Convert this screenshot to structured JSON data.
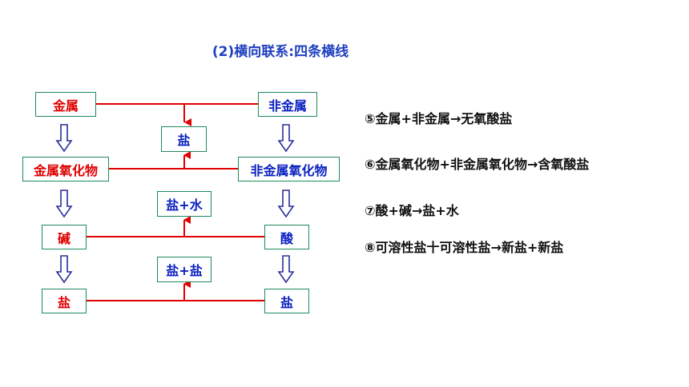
{
  "title": "(2)横向联系:四条横线",
  "left_column": [
    "金属",
    "金属氧化物",
    "碱",
    "盐"
  ],
  "right_column": [
    "非金属",
    "非金属氧化物",
    "酸",
    "盐"
  ],
  "products": [
    "盐",
    "盐+水",
    "盐+盐"
  ],
  "equations": [
    "⑤金属+非金属→无氧酸盐",
    "⑥金属氧化物+非金属氧化物→含氧酸盐",
    "⑦酸+碱→盐+水",
    "⑧可溶性盐十可溶性盐→新盐+新盐"
  ],
  "colors": {
    "left_text": "#e00000",
    "right_text": "#0a1fc0",
    "line": "#e00000",
    "box_border": "#1e8a5a",
    "arrow": "#2a2f9a"
  }
}
